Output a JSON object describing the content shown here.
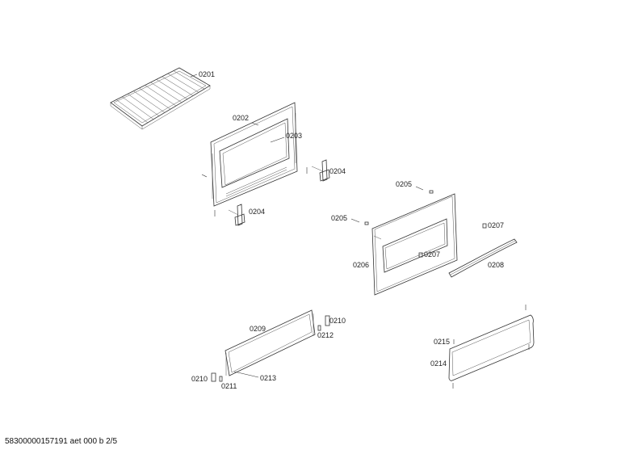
{
  "parts": {
    "p0201": "0201",
    "p0202": "0202",
    "p0203": "0203",
    "p0204a": "0204",
    "p0204b": "0204",
    "p0205a": "0205",
    "p0205b": "0205",
    "p0206": "0206",
    "p0207a": "0207",
    "p0207b": "0207",
    "p0208": "0208",
    "p0209": "0209",
    "p0210a": "0210",
    "p0210b": "0210",
    "p0211": "0211",
    "p0212": "0212",
    "p0213": "0213",
    "p0214": "0214",
    "p0215": "0215"
  },
  "footer": "58300000157191 aet 000 b 2/5"
}
